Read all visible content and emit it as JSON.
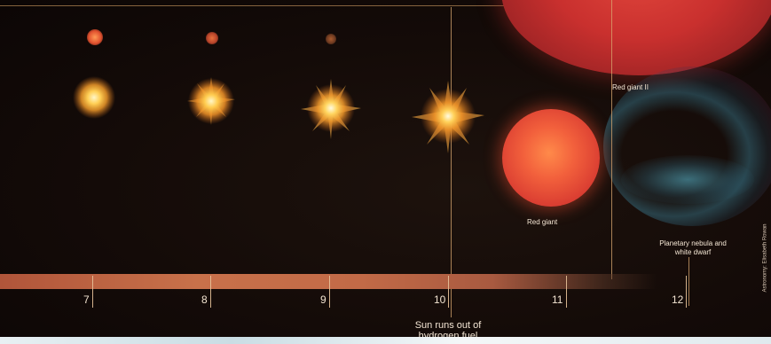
{
  "timeline": {
    "ticks": [
      "7",
      "8",
      "9",
      "10",
      "11",
      "12"
    ]
  },
  "labels": {
    "red_giant": "Red giant",
    "red_giant_ii": "Red giant II",
    "planetary_nebula": "Planetary nebula and white dwarf",
    "hydrogen_note": "Sun runs out of hydrogen fuel",
    "credit": "Astronomy: Elisabeth Rowan"
  },
  "colors": {
    "background": "#140b08",
    "star_core": "#fff6c8",
    "star_glow": "#f4a020",
    "red_giant": "#e2503d",
    "nebula": "#58aac4"
  }
}
